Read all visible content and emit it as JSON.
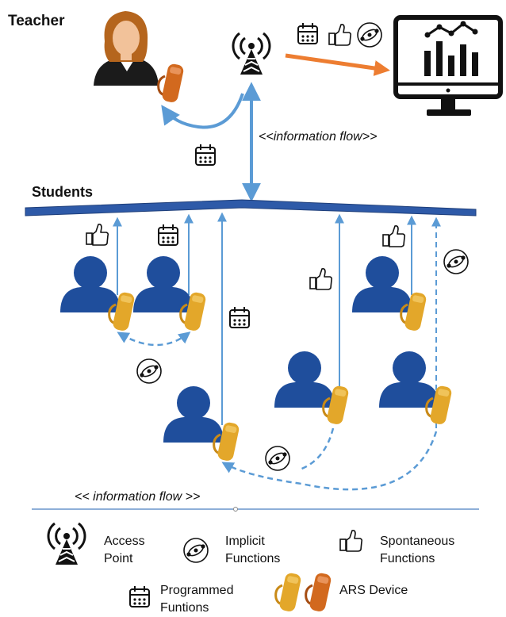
{
  "header": {
    "teacher_label": "Teacher",
    "students_label": "Students"
  },
  "flows": {
    "top": "<<information flow>>",
    "bottom": "<< information flow >>"
  },
  "legend": {
    "access_point": "Access\nPoint",
    "implicit": "Implicit\nFunctions",
    "spontaneous": "Spontaneous\nFunctions",
    "programmed": "Programmed\nFuntions",
    "ars_device": "ARS Device"
  },
  "colors": {
    "student": "#1f4e9c",
    "ars_gold": "#e3a72a",
    "ars_orange": "#d2691e",
    "flow_blue": "#5b9bd5",
    "bar_blue": "#2e5aa8",
    "monitor_arrow": "#ed7d31"
  },
  "icons": [
    "access-point-icon",
    "calendar-icon",
    "thumbs-up-icon",
    "implicit-orbit-icon",
    "monitor-chart-icon",
    "teacher-avatar",
    "student-icon",
    "ars-device-icon"
  ]
}
